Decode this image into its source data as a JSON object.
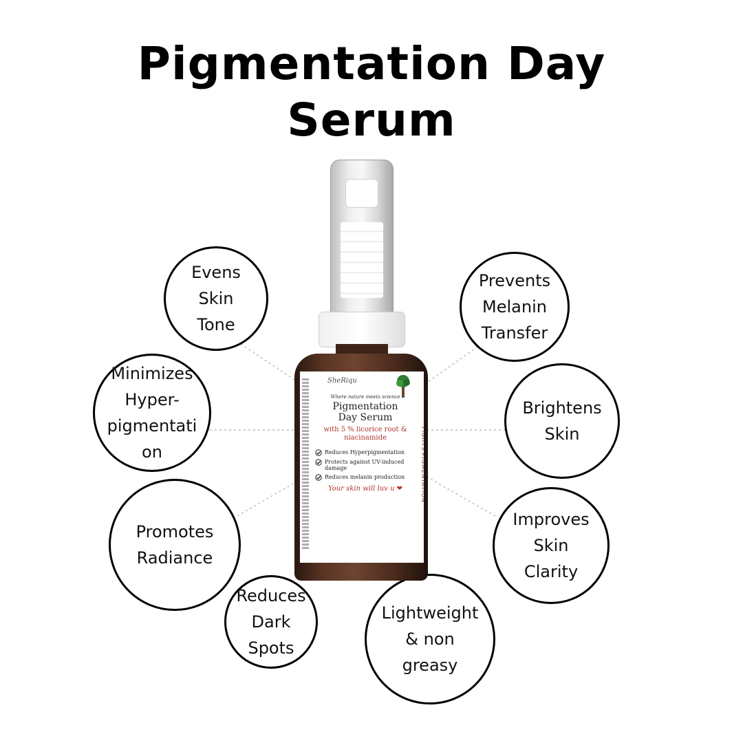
{
  "title": {
    "line1": "Pigmentation Day",
    "line2": "Serum"
  },
  "benefits": [
    "Evens\nSkin\nTone",
    "Prevents\nMelanin\nTransfer",
    "Minimizes\nHyper-\npigmentati\non",
    "Brightens\nSkin",
    "Promotes\nRadiance",
    "Improves\nSkin\nClarity",
    "Reduces\nDark\nSpots",
    "Lightweight\n& non\ngreasy"
  ],
  "product_label": {
    "brand": "SheRiqu",
    "tagline": "Where nature meets science",
    "name_line1": "Pigmentation",
    "name_line2": "Day Serum",
    "ingredients_line1": "with 5 % licorice root &",
    "ingredients_line2": "niacinamide",
    "benefit_items": [
      "Reduces Hyperpigmentation",
      "Protects against UV-induced damage",
      "Reduces melanin production"
    ],
    "slogan": "Your skin will luv u",
    "side_text": "FIGHTS PIGMENTATION"
  },
  "colors": {
    "ingredient_red": "#b0302a",
    "bottle_amber": "#5a3524",
    "circle_border": "#000000"
  },
  "icons": [
    "check-icon",
    "heart-icon",
    "tree-icon"
  ]
}
